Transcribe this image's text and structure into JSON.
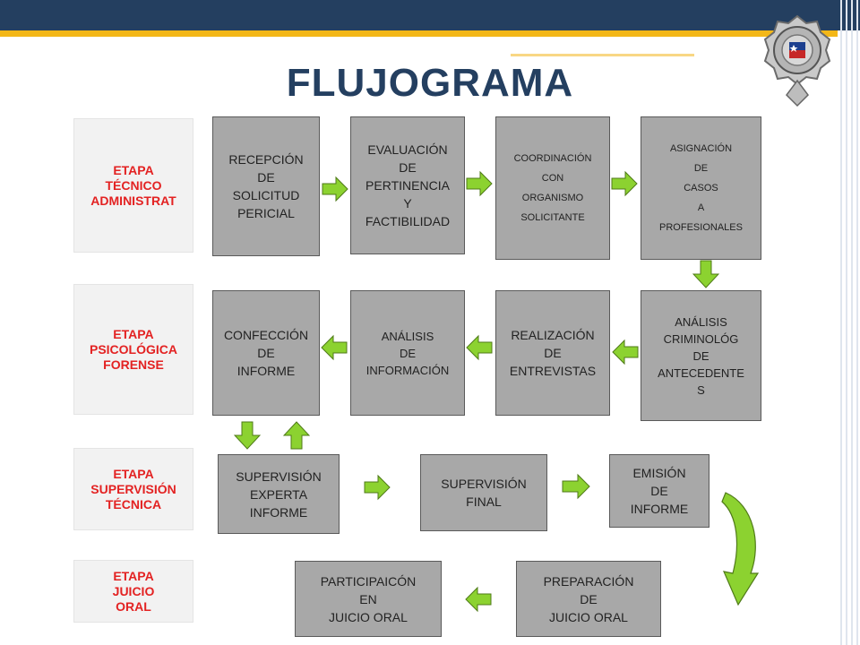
{
  "title": "FLUJOGRAMA",
  "colors": {
    "header_navy": "#243f60",
    "header_gold": "#f3b717",
    "stage_text": "#e32222",
    "box_fill": "#a8a8a8",
    "arrow_green": "#8cd230"
  },
  "stages": [
    {
      "label": "ETAPA\nTÉCNICO\nADMINISTRAT"
    },
    {
      "label": "ETAPA\nPSICOLÓGICA\nFORENSE"
    },
    {
      "label": "ETAPA\nSUPERVISIÓN\nTÉCNICA"
    },
    {
      "label": "ETAPA\nJUICIO\nORAL"
    }
  ],
  "steps": {
    "recepcion": "RECEPCIÓN\nDE\nSOLICITUD\nPERICIAL",
    "evaluacion": "EVALUACIÓN\nDE\nPERTINENCIA\nY\nFACTIBILIDAD",
    "coordinacion": "COORDINACIÓN\nCON\nORGANISMO\nSOLICITANTE",
    "asignacion": "ASIGNACIÓN\nDE\nCASOS\nA\nPROFESIONALES",
    "analisis_criminologico": "ANÁLISIS\nCRIMINOLÓG\nDE\nANTECEDENTE\nS",
    "realizacion": "REALIZACIÓN\nDE\nENTREVISTAS",
    "analisis_informacion": "ANÁLISIS\nDE\nINFORMACIÓN",
    "confeccion": "CONFECCIÓN\nDE\nINFORME",
    "supervision_experta": "SUPERVISIÓN\nEXPERTA\nINFORME",
    "supervision_final": "SUPERVISIÓN\nFINAL",
    "emision": "EMISIÓN\nDE\nINFORME",
    "preparacion": "PREPARACIÓN\nDE\nJUICIO ORAL",
    "participacion": "PARTICIPAICÓN\nEN\nJUICIO ORAL"
  },
  "badge_icon": "police-badge-icon"
}
